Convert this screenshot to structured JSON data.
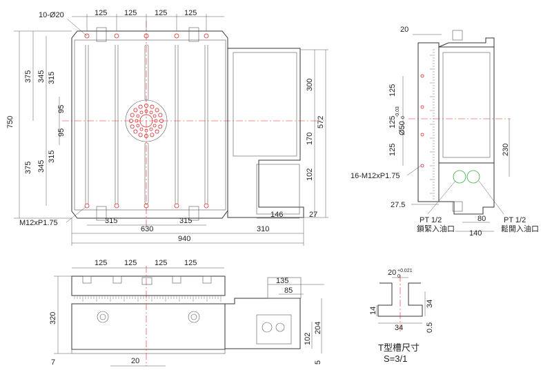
{
  "top_view": {
    "hole_callout": "10-Ø20",
    "slot_spacing": [
      "125",
      "125",
      "125",
      "125"
    ],
    "left_dims": [
      "375",
      "345",
      "315",
      "95",
      "95",
      "315",
      "345",
      "375"
    ],
    "overall_height": "750",
    "thread_callout": "M12xP1.75",
    "bottom_dims": {
      "half_left": "315",
      "half_right": "315",
      "table_width": "630",
      "motor_depth": "310",
      "overall_width": "940"
    },
    "right_dims": {
      "upper": "300",
      "total": "572",
      "lower": "170",
      "base": "102"
    },
    "motor_dims": {
      "width": "146",
      "offset": "27"
    }
  },
  "side_view": {
    "top_offset": "20",
    "left_dims": [
      "125",
      "125",
      "125"
    ],
    "bore": "Ø50",
    "bore_tol": "-0.03",
    "bore_tol_zero": "0",
    "thread_callout": "16-M12xP1.75",
    "right_dim": "230",
    "bottom_offset": "27.5",
    "port_spacing": "80",
    "base_width": "140",
    "port_left": {
      "size": "PT 1/2",
      "label": "鎖緊入油口"
    },
    "port_right": {
      "size": "PT 1/2",
      "label": "鬆開入油口"
    }
  },
  "front_view": {
    "slot_spacing": [
      "125",
      "125",
      "125",
      "125"
    ],
    "height": "320",
    "base_thickness": "7",
    "offset": "20",
    "motor_dims": {
      "width": "135",
      "inner": "85",
      "height": "204",
      "base": "102",
      "gap": "5"
    }
  },
  "t_slot": {
    "width": "20",
    "width_tol": "+0.021",
    "width_tol_zero": "0",
    "depth": "14",
    "head_width": "34",
    "head_height": "34",
    "clearance": "0.5",
    "title": "T型槽尺寸",
    "scale": "S=3/1"
  }
}
